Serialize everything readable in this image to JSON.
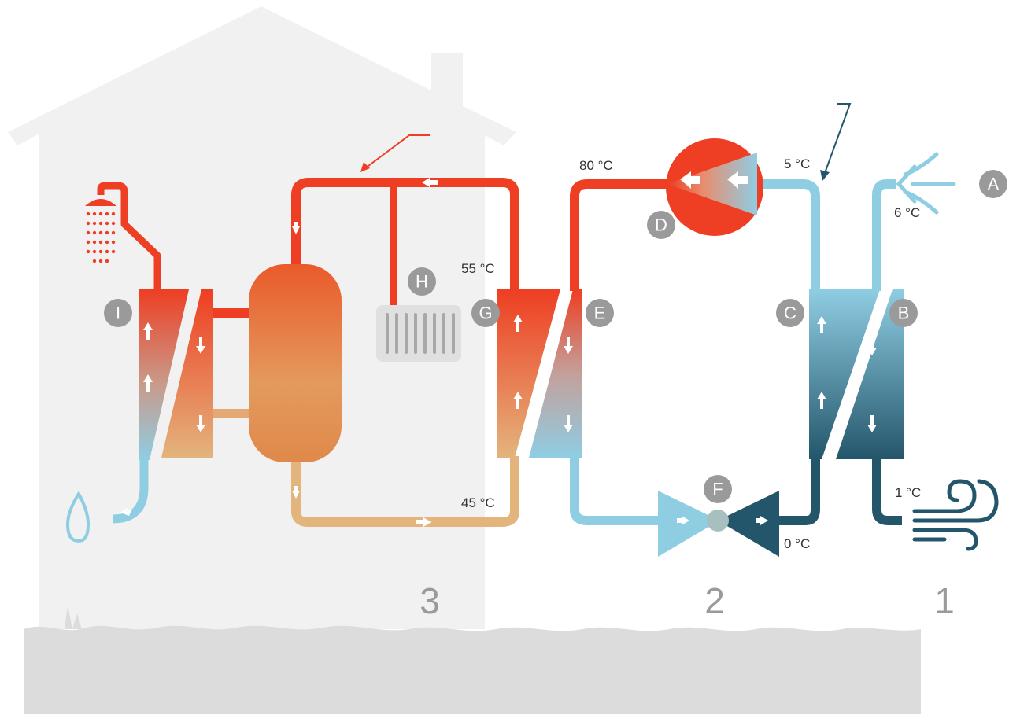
{
  "colors": {
    "hot": "#ee3e23",
    "warm": "#e3b47c",
    "cold_light": "#8fcde3",
    "cold_dark": "#24566b",
    "badge": "#9a9a9a",
    "house": "#f1f1f1",
    "ground": "#dcdcdc"
  },
  "icons": [
    "shower-icon",
    "water-drop-icon",
    "wind-in-icon",
    "wind-out-icon",
    "radiator-icon",
    "compressor-icon",
    "expansion-valve-icon"
  ],
  "labels": {
    "A": "A",
    "B": "B",
    "C": "C",
    "D": "D",
    "E": "E",
    "F": "F",
    "G": "G",
    "H": "H",
    "I": "I"
  },
  "temperatures": {
    "t80": "80 °C",
    "t5": "5 °C",
    "t6": "6 °C",
    "t55": "55 °C",
    "t45": "45 °C",
    "t1": "1 °C",
    "t0": "0 °C"
  },
  "zones": {
    "z3": "3",
    "z2": "2",
    "z1": "1"
  }
}
